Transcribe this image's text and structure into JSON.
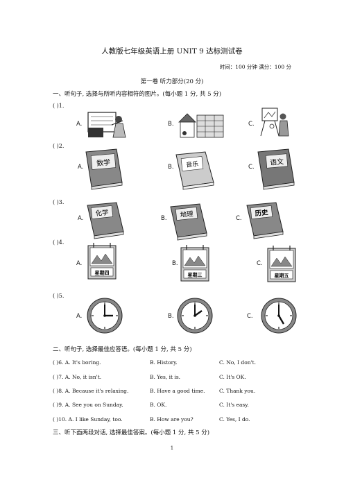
{
  "header": {
    "title": "人教版七年级英语上册 UNIT 9 达标测试卷",
    "meta": "时间：100 分钟    满分：100 分",
    "part": "第一卷    听力部分(20 分)"
  },
  "section1": {
    "heading": "一、听句子, 选择与所听内容相符的图片。(每小题 1 分, 共 5 分)",
    "questions": [
      {
        "num": "(        )1.",
        "options": [
          "A.",
          "B.",
          "C."
        ],
        "icons": [
          "violin-classroom-icon",
          "building-scene-icon",
          "painting-easel-icon"
        ]
      },
      {
        "num": "(        )2.",
        "options": [
          "A.",
          "B.",
          "C."
        ],
        "books": [
          "数学",
          "音乐",
          "语文"
        ]
      },
      {
        "num": "(        )3.",
        "options": [
          "A.",
          "B.",
          "C."
        ],
        "books": [
          "化学",
          "地理",
          "历史"
        ]
      },
      {
        "num": "(        )4.",
        "options": [
          "A.",
          "B.",
          "C."
        ],
        "calendars": [
          "星期四",
          "星期三",
          "星期五"
        ]
      },
      {
        "num": "(        )5.",
        "options": [
          "A.",
          "B.",
          "C."
        ],
        "clocks": [
          "clock-icon",
          "clock-icon",
          "clock-icon"
        ]
      }
    ]
  },
  "section2": {
    "heading": "二、听句子, 选择最佳应答语。(每小题 1 分, 共 5 分)",
    "rows": [
      {
        "num": "(        )6. A. It's boring.",
        "b": "B. History.",
        "c": "C. No, I don't."
      },
      {
        "num": "(        )7. A. No, it isn't.",
        "b": "B. Yes, it is.",
        "c": "C. It's OK."
      },
      {
        "num": "(        )8. A. Because it's relaxing.",
        "b": "B. Have a good time.",
        "c": "C. Thank you."
      },
      {
        "num": "(        )9. A. See you on Sunday.",
        "b": "B. OK.",
        "c": "C. It's easy."
      },
      {
        "num": "(        )10. A. I like Sunday, too.",
        "b": "B. How are you?",
        "c": "C. Yes, I do."
      }
    ]
  },
  "section3": {
    "heading": "三、听下面两段对话, 选择最佳答案。(每小题 1 分, 共 5 分)"
  },
  "footer": {
    "page": "1"
  }
}
